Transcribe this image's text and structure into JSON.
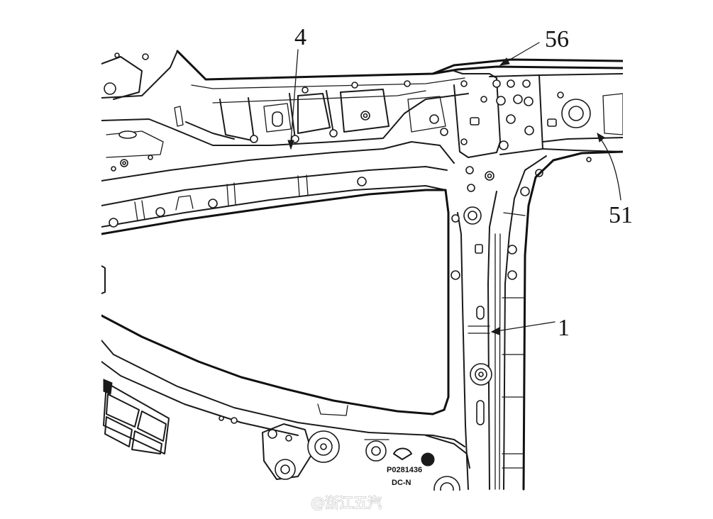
{
  "callouts": {
    "label_4": "4",
    "label_56": "56",
    "label_51": "51",
    "label_1": "1"
  },
  "part_stamp": {
    "line1": "P0281436",
    "line2": "DC-N"
  },
  "watermark": {
    "text": "@浙江五汽"
  },
  "colors": {
    "background": "#ffffff",
    "line": "#1a1a1a"
  }
}
